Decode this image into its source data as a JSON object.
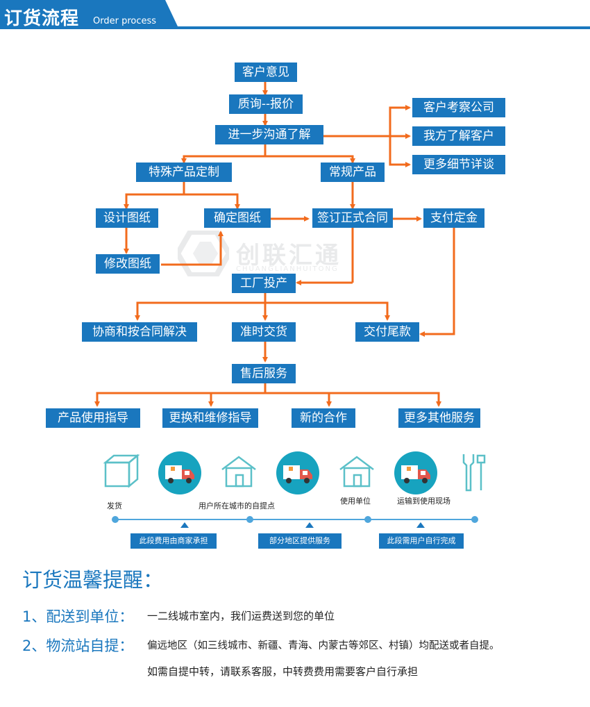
{
  "header": {
    "title": "订货流程",
    "subtitle": "Order process"
  },
  "watermark": {
    "name": "创联汇通",
    "pinyin": "CHUANGLIANHUITONG"
  },
  "flow": {
    "customer_opinion": "客户意见",
    "inquiry_quote": "质询--报价",
    "further_talk": "进一步沟通了解",
    "customer_visit": "客户考察公司",
    "we_know_customer": "我方了解客户",
    "more_details": "更多细节详谈",
    "special_custom": "特殊产品定制",
    "regular_product": "常规产品",
    "design_drawing": "设计图纸",
    "confirm_drawing": "确定图纸",
    "sign_contract": "签订正式合同",
    "pay_deposit": "支付定金",
    "modify_drawing": "修改图纸",
    "factory_production": "工厂投产",
    "negotiate": "协商和按合同解决",
    "on_time_delivery": "准时交货",
    "pay_balance": "交付尾款",
    "after_sales": "售后服务",
    "usage_guide": "产品使用指导",
    "replace_repair": "更换和维修指导",
    "new_cooperation": "新的合作",
    "more_services": "更多其他服务"
  },
  "delivery": {
    "steps": [
      "发货",
      "用户所在城市的自提点",
      "使用单位",
      "运输到使用现场"
    ],
    "costs": [
      "此段费用由商家承担",
      "部分地区提供服务",
      "此段需用户自行完成"
    ]
  },
  "tips": {
    "title": "订货温馨提醒：",
    "items": [
      {
        "head": "1、配送到单位：",
        "text": "一二线城市室内，我们运费送到您的单位"
      },
      {
        "head": "2、物流站自提：",
        "text": "偏远地区（如三线城市、新疆、青海、内蒙古等郊区、村镇）均配送或者自提。"
      }
    ],
    "extra": "如需自提中转，请联系客服，中转费费用需要客户自行承担"
  },
  "colors": {
    "brand_blue": "#1a77be",
    "arrow_orange": "#f26b1d",
    "light_blue": "#4fa6dc",
    "icon_teal": "#5bc0c8",
    "truck_circle": "#17a3bf"
  }
}
